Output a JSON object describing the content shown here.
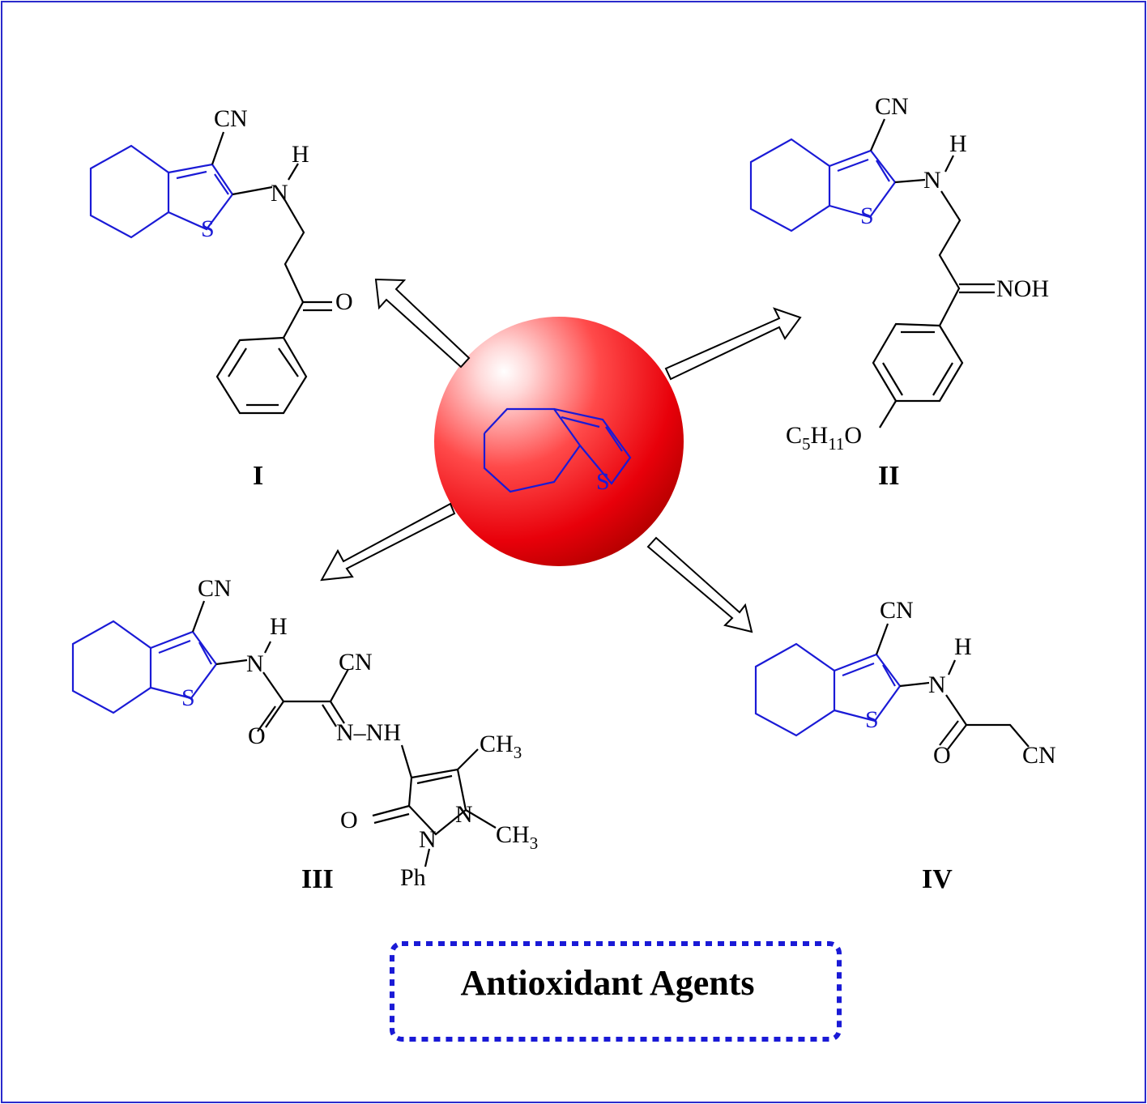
{
  "core_label": "S",
  "compounds": [
    {
      "id": "I",
      "cn": "CN",
      "h": "H",
      "n": "N",
      "s": "S",
      "o": "O"
    },
    {
      "id": "II",
      "cn": "CN",
      "h": "H",
      "n": "N",
      "s": "S",
      "noh": "NOH",
      "alkyl_c": "C",
      "alkyl_c_sub": "5",
      "alkyl_h": "H",
      "alkyl_h_sub": "11",
      "alkyl_o": "O"
    },
    {
      "id": "III",
      "cn": "CN",
      "h": "H",
      "n": "N",
      "s": "S",
      "o": "O",
      "cn2": "CN",
      "n_nh": "N–NH",
      "ch3_a": "CH",
      "ch3_a_sub": "3",
      "ch3_b": "CH",
      "ch3_b_sub": "3",
      "ring_o": "O",
      "ring_n1": "N",
      "ring_n2": "N",
      "dash": "–",
      "ph": "Ph"
    },
    {
      "id": "IV",
      "cn": "CN",
      "h": "H",
      "n": "N",
      "s": "S",
      "o": "O",
      "cn2": "CN"
    }
  ],
  "caption": "Antioxidant Agents",
  "colors": {
    "frame": "#2a2acc",
    "scaffold": "#1a1ad6",
    "sphere": "#e8000a",
    "caption_border": "#1a1ad6"
  }
}
